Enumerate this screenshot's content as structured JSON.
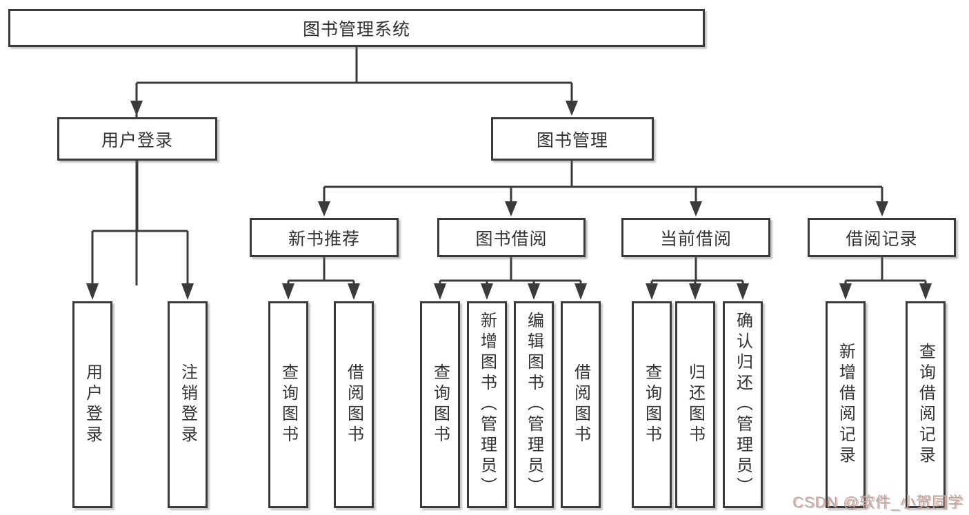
{
  "diagram": {
    "root": {
      "label": "图书管理系统"
    },
    "user_login": {
      "label": "用户登录",
      "children": [
        {
          "label": "用户登录"
        },
        {
          "label": "注销登录"
        }
      ]
    },
    "book_management": {
      "label": "图书管理",
      "children": [
        {
          "label": "新书推荐",
          "children": [
            {
              "label": "查询图书"
            },
            {
              "label": "借阅图书"
            }
          ]
        },
        {
          "label": "图书借阅",
          "children": [
            {
              "label": "查询图书"
            },
            {
              "label": "新增图书（管理员）"
            },
            {
              "label": "编辑图书（管理员）"
            },
            {
              "label": "借阅图书"
            }
          ]
        },
        {
          "label": "当前借阅",
          "children": [
            {
              "label": "查询图书"
            },
            {
              "label": "归还图书"
            },
            {
              "label": "确认归还（管理员）"
            }
          ]
        },
        {
          "label": "借阅记录",
          "children": [
            {
              "label": "新增借阅记录"
            },
            {
              "label": "查询借阅记录"
            }
          ]
        }
      ]
    },
    "colors": {
      "line": "#3a3a3a",
      "text": "#333333",
      "box_background": "#ffffff",
      "watermark_text": "#adadad",
      "watermark_shadow": "#e76048"
    }
  },
  "watermark": {
    "label": "CSDN @软件_小贺同学"
  }
}
